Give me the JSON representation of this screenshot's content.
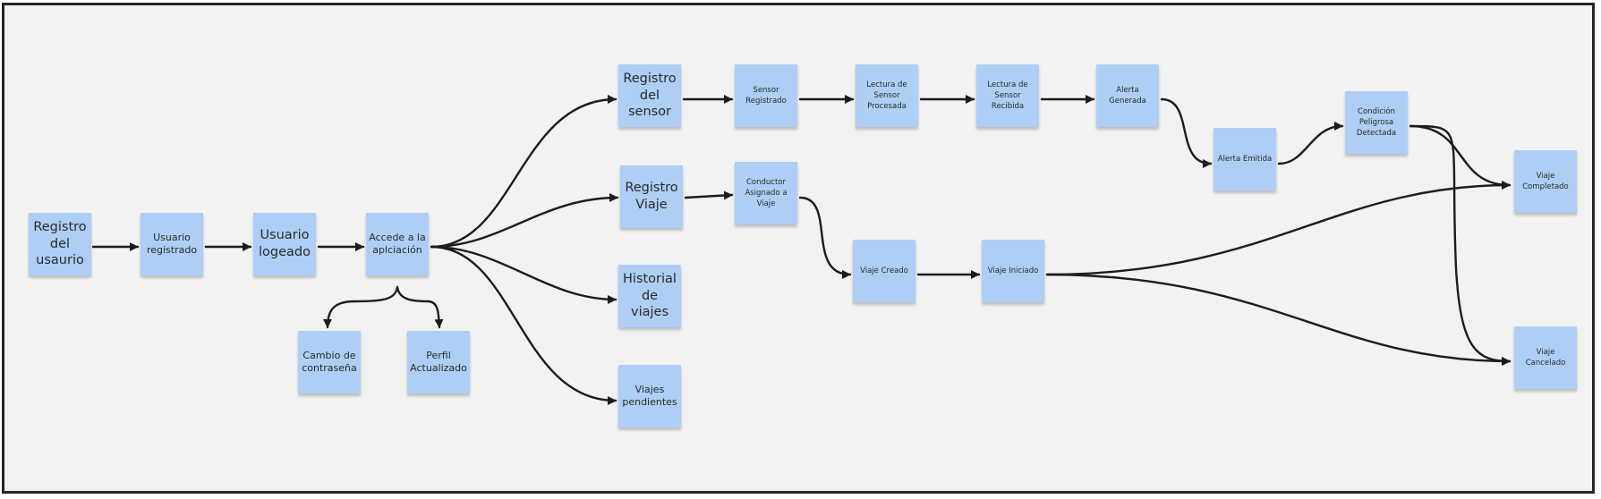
{
  "colors": {
    "board": "#f2f2f2",
    "note": "#aecef5",
    "arrow": "#1c1c1c",
    "frame": "#262626"
  },
  "notes": {
    "registro_usuario": "Registro del usaurio",
    "usuario_registrado": "Usuario registrado",
    "usuario_logeado": "Usuario logeado",
    "accede_aplicacion": "Accede a la aplciación",
    "cambio_contrasena": "Cambio de contraseña",
    "perfil_actualizado": "Perfil Actualizado",
    "registro_sensor": "Registro del sensor",
    "registro_viaje": "Registro Viaje",
    "historial_viajes": "Historial de viajes",
    "viajes_pendientes": "Viajes pendientes",
    "sensor_registrado": "Sensor Registrado",
    "lectura_procesada": "Lectura de Sensor Procesada",
    "lectura_recibida": "Lectura de Sensor Recibida",
    "alerta_generada": "Alerta Generada",
    "alerta_emitida": "Alerta Emitida",
    "condicion_peligrosa": "Condición Peligrosa Detectada",
    "conductor_asignado": "Conductor Asignado a Viaje",
    "viaje_creado": "Viaje Creado",
    "viaje_iniciado": "Viaje Iniciado",
    "viaje_completado": "Viaje Completado",
    "viaje_cancelado": "Viaje Cancelado"
  },
  "connections": [
    [
      "registro_usuario",
      "usuario_registrado"
    ],
    [
      "usuario_registrado",
      "usuario_logeado"
    ],
    [
      "usuario_logeado",
      "accede_aplicacion"
    ],
    [
      "accede_aplicacion",
      "cambio_contrasena"
    ],
    [
      "accede_aplicacion",
      "perfil_actualizado"
    ],
    [
      "accede_aplicacion",
      "registro_sensor"
    ],
    [
      "accede_aplicacion",
      "registro_viaje"
    ],
    [
      "accede_aplicacion",
      "historial_viajes"
    ],
    [
      "accede_aplicacion",
      "viajes_pendientes"
    ],
    [
      "registro_sensor",
      "sensor_registrado"
    ],
    [
      "sensor_registrado",
      "lectura_procesada"
    ],
    [
      "lectura_procesada",
      "lectura_recibida"
    ],
    [
      "lectura_recibida",
      "alerta_generada"
    ],
    [
      "alerta_generada",
      "alerta_emitida"
    ],
    [
      "alerta_emitida",
      "condicion_peligrosa"
    ],
    [
      "condicion_peligrosa",
      "viaje_completado"
    ],
    [
      "condicion_peligrosa",
      "viaje_cancelado"
    ],
    [
      "registro_viaje",
      "conductor_asignado"
    ],
    [
      "conductor_asignado",
      "viaje_creado"
    ],
    [
      "viaje_creado",
      "viaje_iniciado"
    ],
    [
      "viaje_iniciado",
      "viaje_completado"
    ],
    [
      "viaje_iniciado",
      "viaje_cancelado"
    ]
  ]
}
